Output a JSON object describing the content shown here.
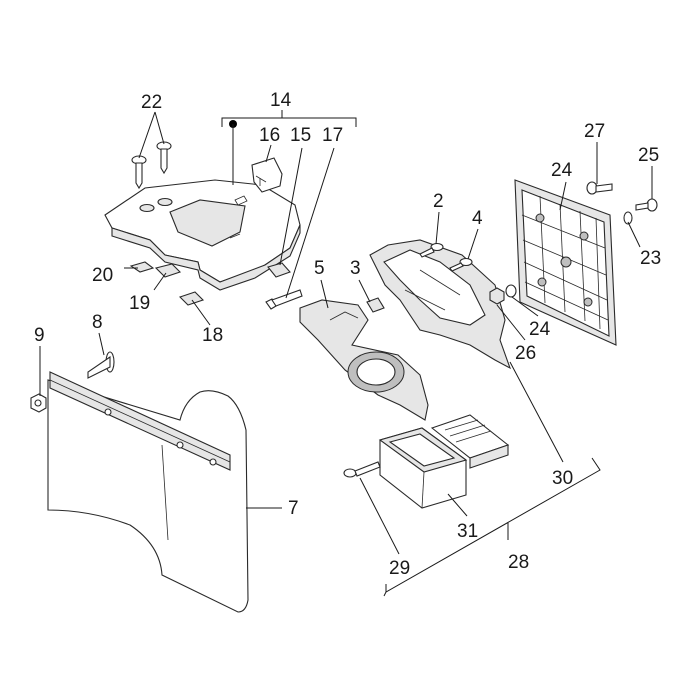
{
  "callouts": [
    {
      "id": "c22",
      "text": "22"
    },
    {
      "id": "c14",
      "text": "14"
    },
    {
      "id": "c16",
      "text": "16"
    },
    {
      "id": "c15",
      "text": "15"
    },
    {
      "id": "c17",
      "text": "17"
    },
    {
      "id": "c20",
      "text": "20"
    },
    {
      "id": "c19",
      "text": "19"
    },
    {
      "id": "c18",
      "text": "18"
    },
    {
      "id": "c9",
      "text": "9"
    },
    {
      "id": "c8",
      "text": "8"
    },
    {
      "id": "c7",
      "text": "7"
    },
    {
      "id": "c5",
      "text": "5"
    },
    {
      "id": "c3",
      "text": "3"
    },
    {
      "id": "c2",
      "text": "2"
    },
    {
      "id": "c4",
      "text": "4"
    },
    {
      "id": "c24a",
      "text": "24"
    },
    {
      "id": "c27",
      "text": "27"
    },
    {
      "id": "c25",
      "text": "25"
    },
    {
      "id": "c23",
      "text": "23"
    },
    {
      "id": "c24b",
      "text": "24"
    },
    {
      "id": "c26",
      "text": "26"
    },
    {
      "id": "c30",
      "text": "30"
    },
    {
      "id": "c31",
      "text": "31"
    },
    {
      "id": "c29",
      "text": "29"
    },
    {
      "id": "c28",
      "text": "28"
    }
  ],
  "colors": {
    "line": "#1a1a1a",
    "fill_light": "#e6e6e6",
    "fill_dark": "#bfbfbf"
  }
}
